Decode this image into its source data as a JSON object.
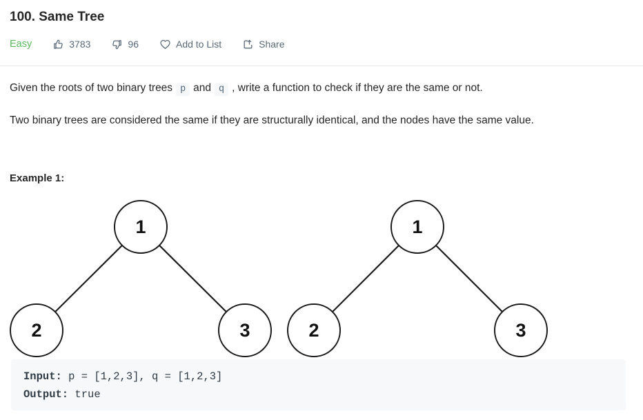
{
  "page": {
    "title": "100. Same Tree"
  },
  "meta": {
    "difficulty": "Easy",
    "likes": "3783",
    "dislikes": "96",
    "add_to_list_label": "Add to List",
    "share_label": "Share"
  },
  "icons": {
    "like": "thumbs-up-icon",
    "dislike": "thumbs-down-icon",
    "add_to_list": "heart-icon",
    "share": "share-icon"
  },
  "description": {
    "p1_before": "Given the roots of two binary trees",
    "p1_code1": "p",
    "p1_between": "and",
    "p1_code2": "q",
    "p1_after": ", write a function to check if they are the same or not.",
    "p2": "Two binary trees are considered the same if they are structurally identical, and the nodes have the same value."
  },
  "example": {
    "label": "Example 1:",
    "input_label": "Input:",
    "input_value": " p = [1,2,3], q = [1,2,3]",
    "output_label": "Output:",
    "output_value": " true"
  },
  "trees": [
    {
      "nodes": [
        "1",
        "2",
        "3"
      ]
    },
    {
      "nodes": [
        "1",
        "2",
        "3"
      ]
    }
  ],
  "colors": {
    "difficulty_easy": "#5cb85c",
    "meta_text": "#5a6978",
    "body_text": "#262626",
    "code_block_bg": "#f7f8fa"
  }
}
